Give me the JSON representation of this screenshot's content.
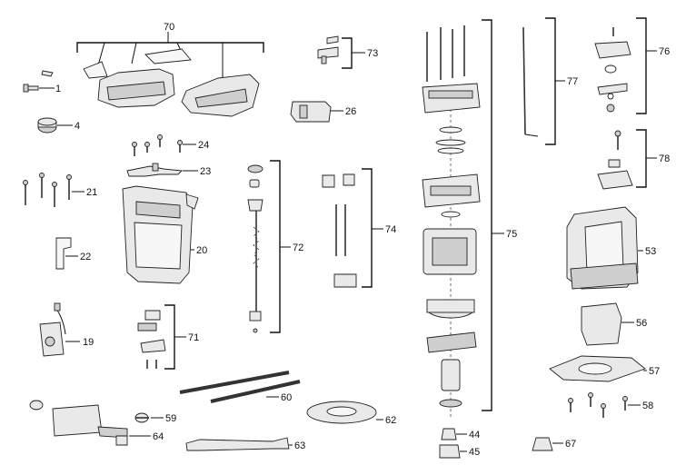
{
  "diagram": {
    "callouts": [
      "1",
      "4",
      "70",
      "73",
      "26",
      "24",
      "23",
      "21",
      "22",
      "20",
      "72",
      "74",
      "19",
      "71",
      "75",
      "77",
      "76",
      "78",
      "53",
      "56",
      "57",
      "58",
      "60",
      "59",
      "64",
      "62",
      "63",
      "44",
      "45",
      "67"
    ]
  }
}
